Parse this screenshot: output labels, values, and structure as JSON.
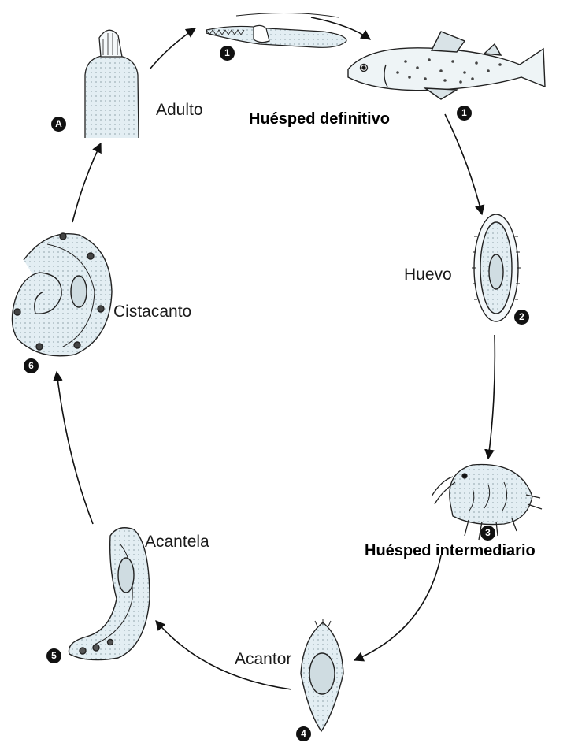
{
  "labels": {
    "adulto": "Adulto",
    "huesped_definitivo": "Huésped definitivo",
    "huevo": "Huevo",
    "cistacanto": "Cistacanto",
    "huesped_intermediario": "Huésped intermediario",
    "acantela": "Acantela",
    "acantor": "Acantor"
  },
  "badges": {
    "a": "A",
    "b1_top": "1",
    "b1_right": "1",
    "b2": "2",
    "b3": "3",
    "b4": "4",
    "b5": "5",
    "b6": "6"
  },
  "colors": {
    "ink": "#1a1a1a",
    "fill": "#e3eef3",
    "spots": "#4a4a4a"
  }
}
